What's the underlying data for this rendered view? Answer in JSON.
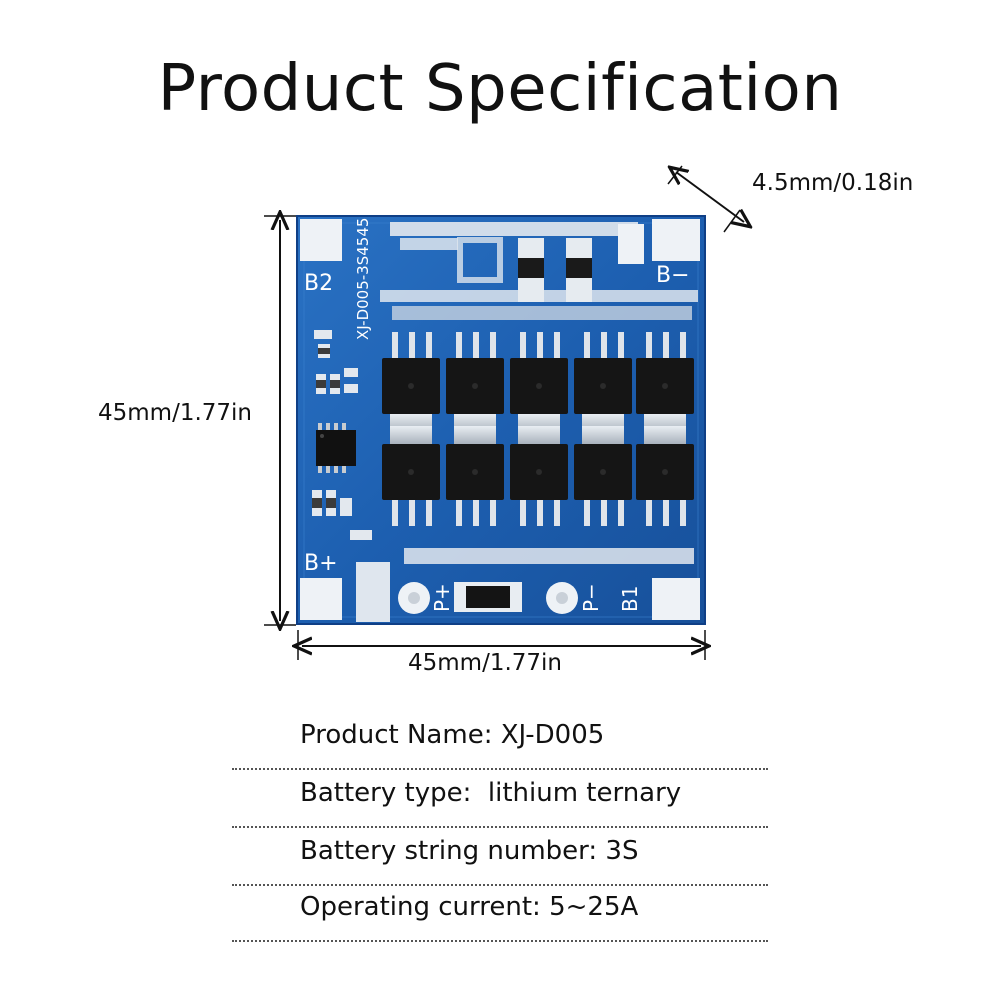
{
  "title": "Product Specification",
  "dimensions": {
    "thickness": "4.5mm/0.18in",
    "height": "45mm/1.77in",
    "width": "45mm/1.77in"
  },
  "board": {
    "model_print": "XJ-D005-3S4545",
    "pad_labels": {
      "b2": "B2",
      "b_minus": "B−",
      "b_plus": "B+",
      "p_plus": "P+",
      "p_minus": "P−",
      "b1": "B1"
    },
    "colors": {
      "pcb": "#1d5fb0",
      "pcb_dark": "#0f3f86",
      "mosfet": "#151515",
      "pad": "#eef2f6"
    }
  },
  "specs": [
    {
      "label": "Product Name: XJ-D005"
    },
    {
      "label": "Battery type:  lithium ternary"
    },
    {
      "label": "Battery string number: 3S"
    },
    {
      "label": "Operating current: 5~25A"
    }
  ]
}
